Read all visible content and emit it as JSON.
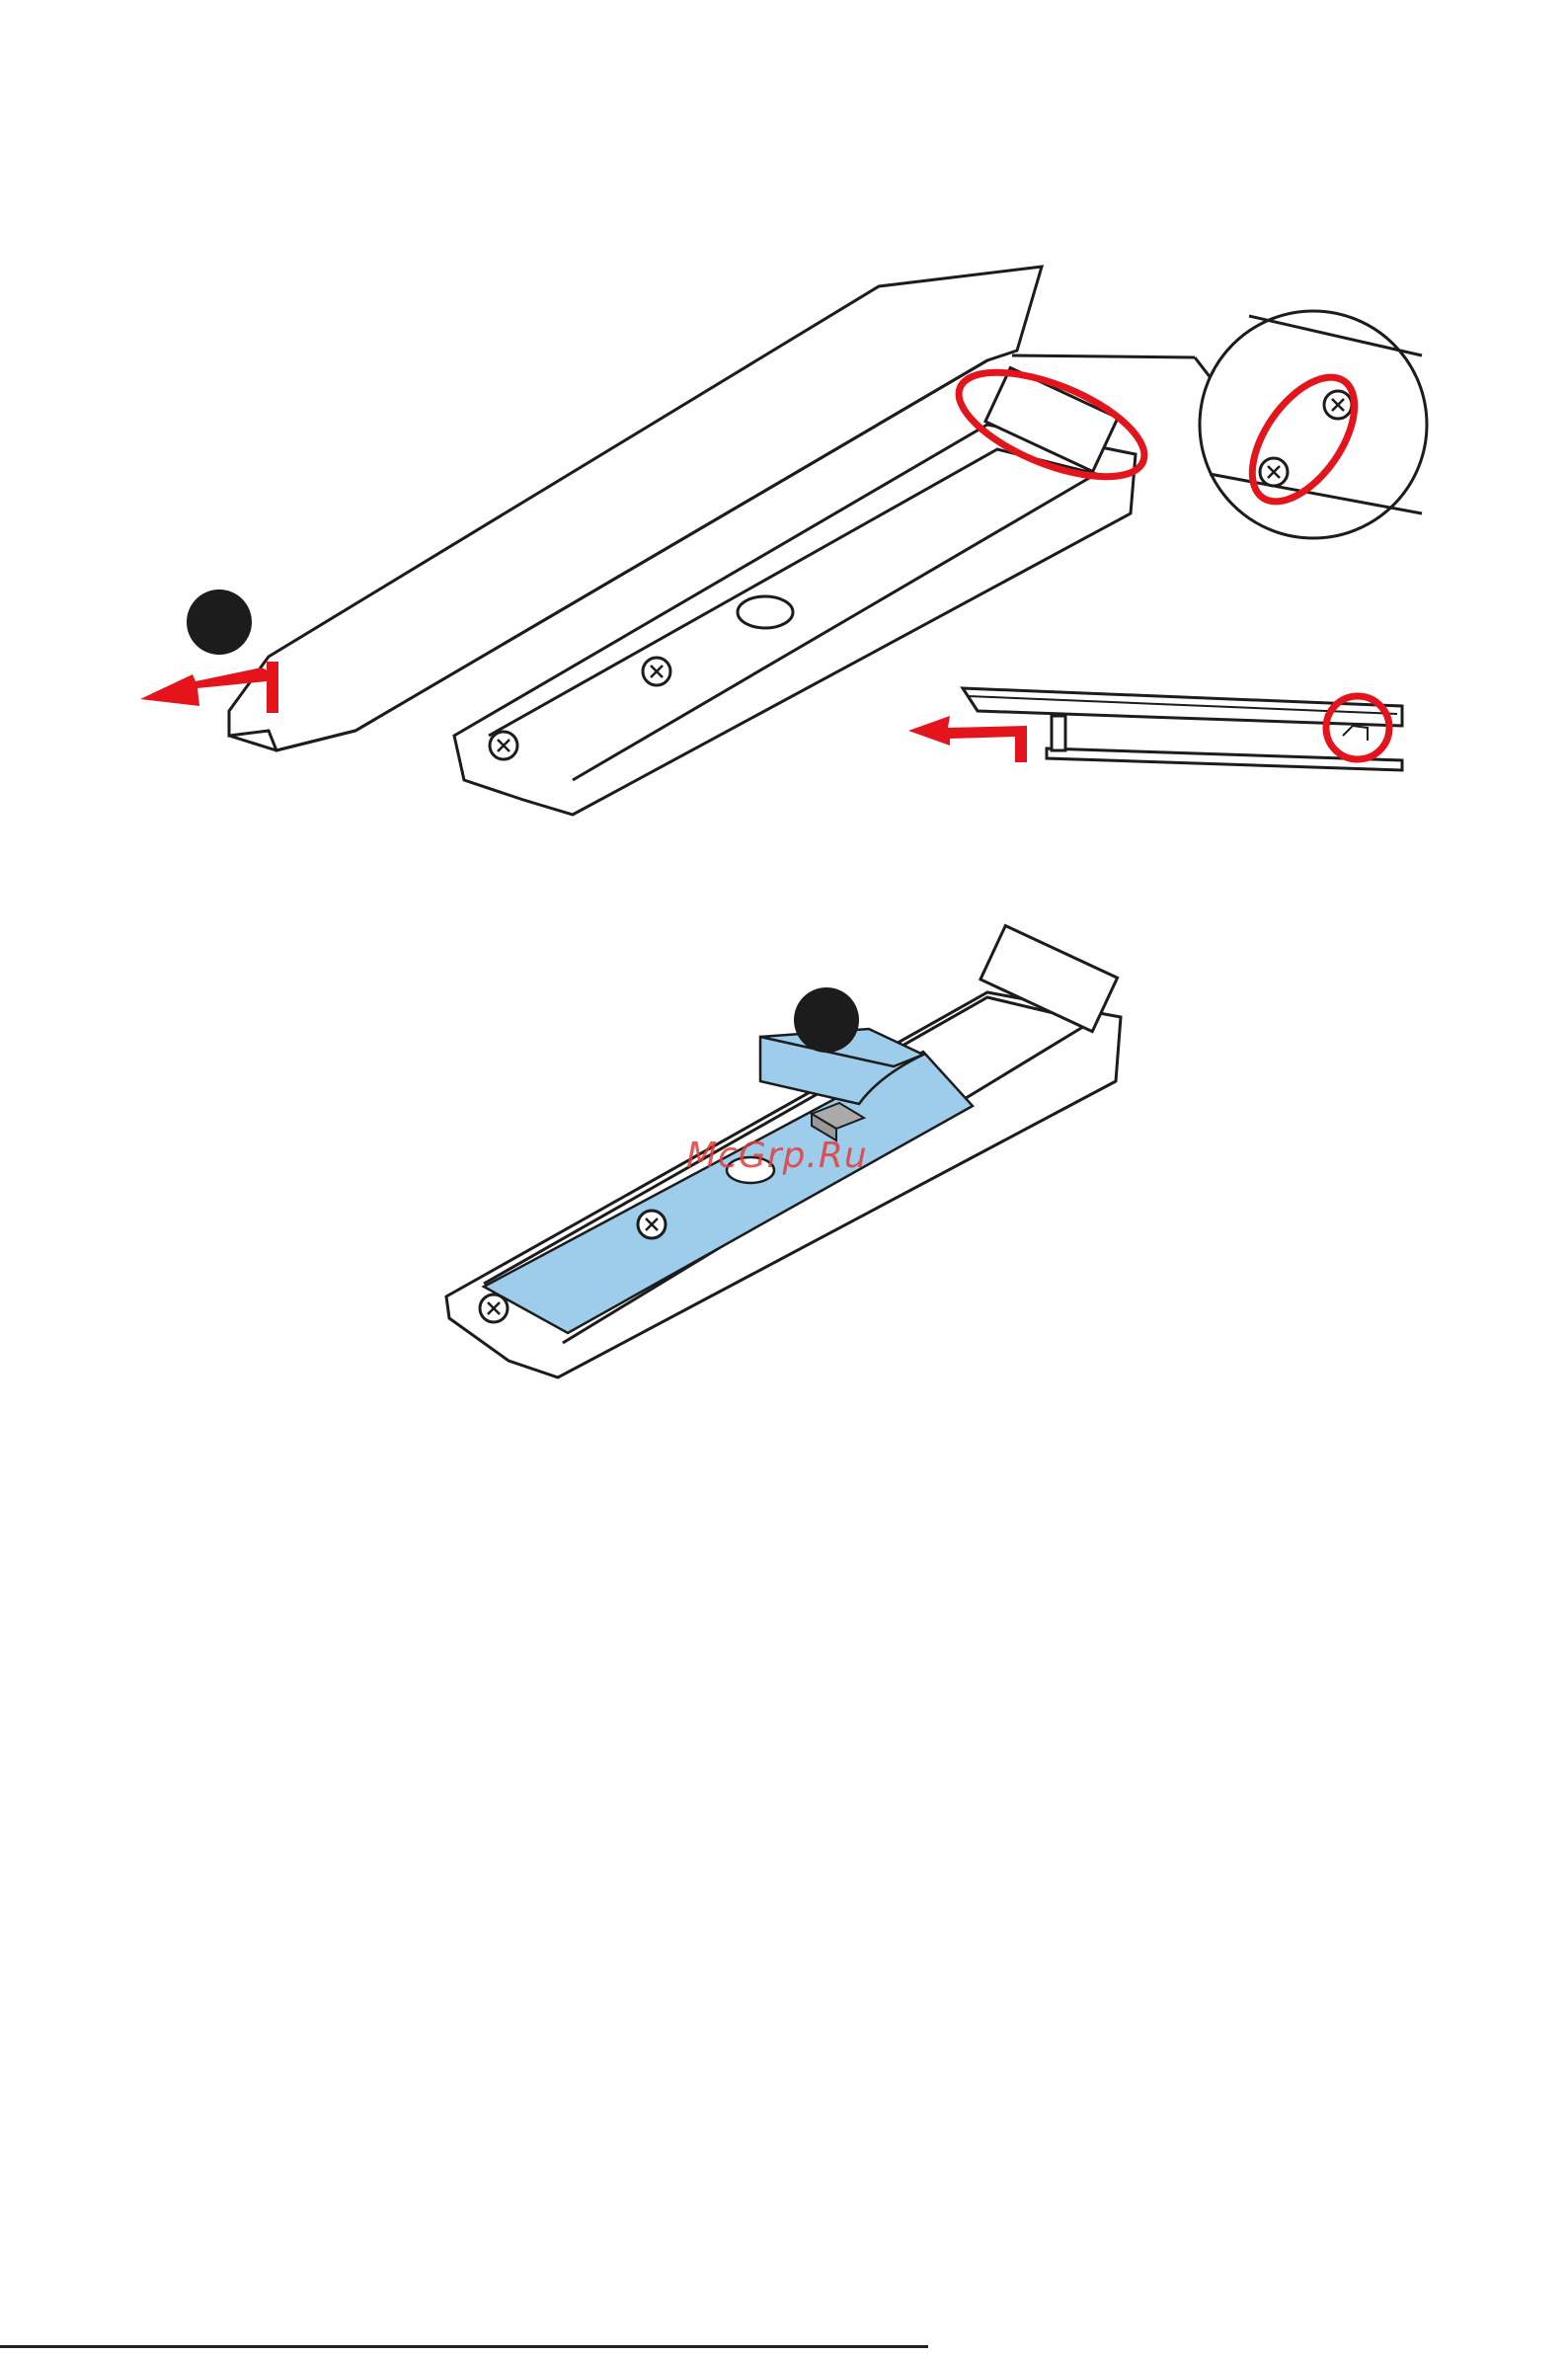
{
  "watermark": {
    "text": "McGrp.Ru"
  },
  "colors": {
    "ink": "#1c1c1c",
    "annotation_red": "#e3141b",
    "thermal_pad_blue": "#9dcdea",
    "chip_gray": "#aaaaaa",
    "panel_fill": "#ffffff"
  },
  "steps": [
    {
      "marker": "step-1",
      "action": "remove-heatsink-cover",
      "highlight": "cover-screws"
    },
    {
      "marker": "step-2",
      "action": "peel-thermal-pad-film"
    },
    {
      "marker": "step-3",
      "action": "remove-standoff-and-screw"
    },
    {
      "marker": "step-4",
      "action": "install-standoff-for-ssd-length"
    }
  ],
  "icons": [
    "arrow-icon",
    "screw-icon",
    "standoff-icon",
    "msi-shield-logo-icon",
    "magnifier-callout-icon"
  ]
}
